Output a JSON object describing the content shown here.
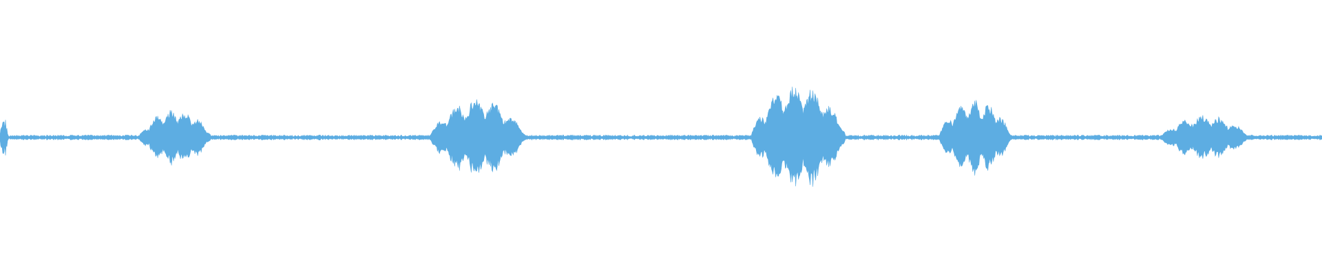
{
  "waveform": {
    "color": "#5dade2",
    "background": "#ffffff",
    "baseline_amplitude": 0.012,
    "bursts": [
      {
        "start": 0.0,
        "end": 0.006,
        "peak": 0.14
      },
      {
        "start": 0.105,
        "end": 0.16,
        "peak": 0.19
      },
      {
        "start": 0.325,
        "end": 0.398,
        "peak": 0.26
      },
      {
        "start": 0.568,
        "end": 0.64,
        "peak": 0.36
      },
      {
        "start": 0.71,
        "end": 0.765,
        "peak": 0.26
      },
      {
        "start": 0.878,
        "end": 0.945,
        "peak": 0.15
      }
    ]
  }
}
